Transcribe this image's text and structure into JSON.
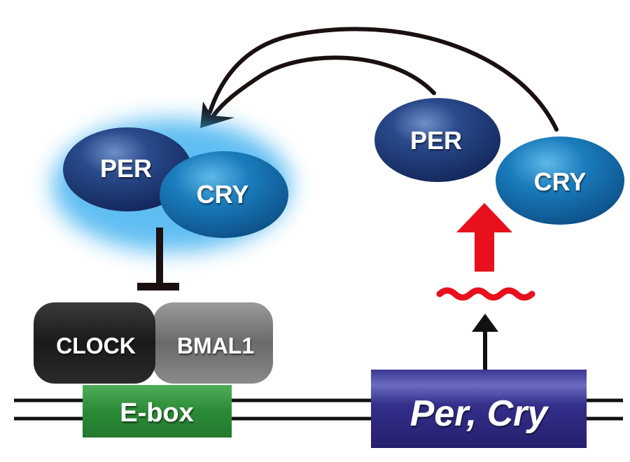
{
  "diagram": {
    "title": "Circadian clock negative feedback loop",
    "nodes": {
      "per_complex": "PER",
      "cry_complex": "CRY",
      "per_free": "PER",
      "cry_free": "CRY",
      "clock": "CLOCK",
      "bmal1": "BMAL1",
      "ebox": "E-box",
      "gene": "Per, Cry"
    },
    "edges": [
      {
        "from": "per_free",
        "to": "per_complex",
        "type": "translocation-arrow"
      },
      {
        "from": "cry_free",
        "to": "per_complex",
        "type": "translocation-arrow"
      },
      {
        "from": "per_complex",
        "to": "clock_bmal1",
        "type": "inhibition"
      },
      {
        "from": "gene",
        "to": "mrna",
        "type": "transcription-arrow"
      },
      {
        "from": "mrna",
        "to": "per_free",
        "type": "translation-arrow"
      }
    ],
    "colors": {
      "per": "#1f3a78",
      "cry": "#1670b0",
      "glow": "#2aa8ee",
      "clock": "#1e1e1e",
      "bmal1": "#7a7a7a",
      "ebox": "#2f8f3c",
      "gene": "#2e2a8a",
      "mrna": "#e01020",
      "arrow": "#1a1010"
    }
  }
}
